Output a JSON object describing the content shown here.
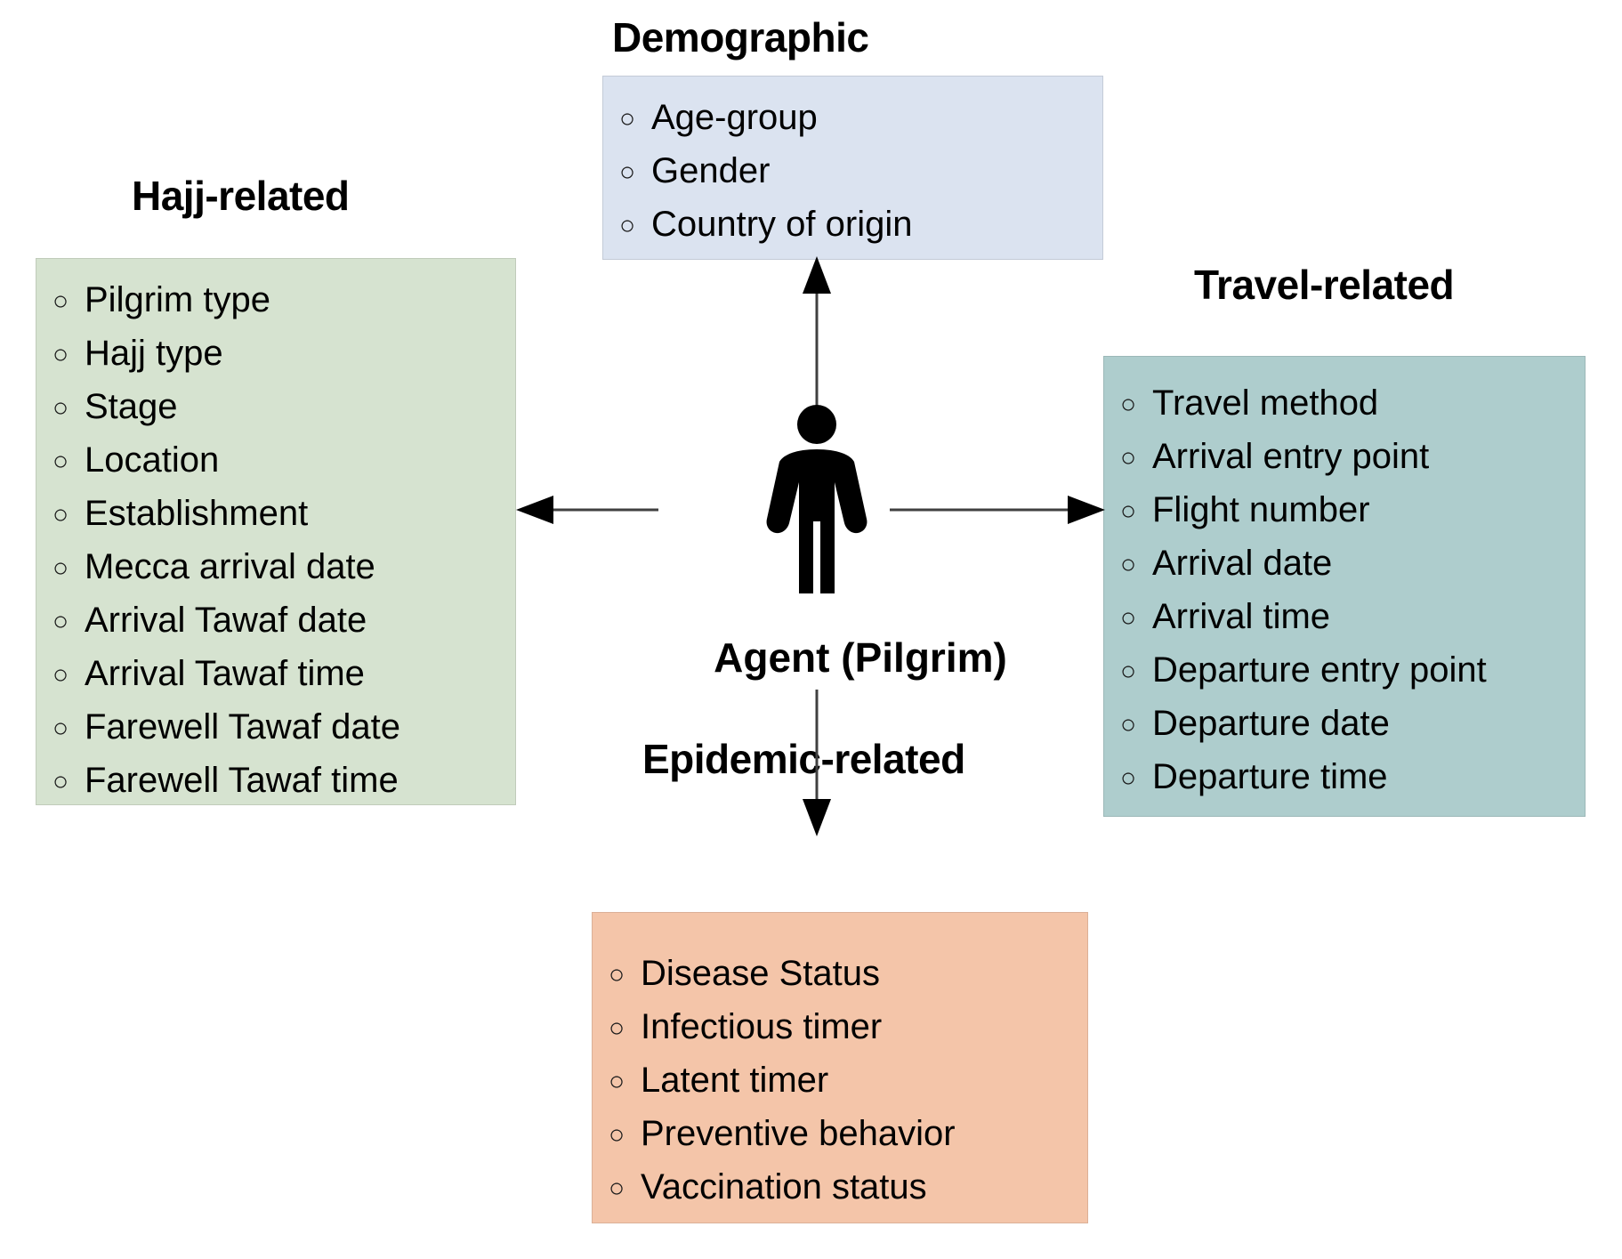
{
  "diagram": {
    "center": {
      "label": "Agent (Pilgrim)",
      "icon": "person-icon"
    },
    "arrow_color": "#404040",
    "categories": [
      {
        "id": "hajj",
        "title": "Hajj-related",
        "color": "#d6e3d0",
        "position": "left",
        "items": [
          "Pilgrim type",
          "Hajj type",
          "Stage",
          "Location",
          "Establishment",
          "Mecca arrival date",
          "Arrival Tawaf date",
          "Arrival Tawaf time",
          "Farewell Tawaf date",
          "Farewell Tawaf time"
        ]
      },
      {
        "id": "demographic",
        "title": "Demographic",
        "color": "#dbe3f0",
        "position": "top",
        "items": [
          "Age-group",
          "Gender",
          "Country of origin"
        ]
      },
      {
        "id": "travel",
        "title": "Travel-related",
        "color": "#aecdcd",
        "position": "right",
        "items": [
          "Travel method",
          "Arrival entry point",
          "Flight number",
          "Arrival date",
          "Arrival time",
          "Departure entry point",
          "Departure date",
          "Departure time"
        ]
      },
      {
        "id": "epidemic",
        "title": "Epidemic-related",
        "color": "#f4c5a9",
        "position": "bottom",
        "items": [
          "Disease Status",
          "Infectious timer",
          "Latent timer",
          "Preventive behavior",
          "Vaccination status"
        ]
      }
    ]
  }
}
